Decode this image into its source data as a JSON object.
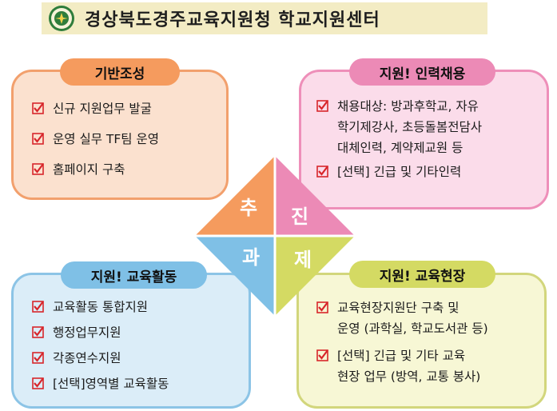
{
  "header": {
    "title": "경상북도경주교육지원청 학교지원센터"
  },
  "center": {
    "chars": [
      "추",
      "진",
      "과",
      "제"
    ]
  },
  "quadrants": {
    "top_left": {
      "title": "기반조성",
      "items": [
        {
          "lines": [
            "신규 지원업무 발굴"
          ]
        },
        {
          "lines": [
            "운영 실무 TF팀 운영"
          ]
        },
        {
          "lines": [
            "홈페이지 구축"
          ]
        }
      ]
    },
    "top_right": {
      "title": "지원! 인력채용",
      "items": [
        {
          "lines": [
            "채용대상: 방과후학교, 자유",
            "학기제강사, 초등돌봄전담사",
            "대체인력, 계약제교원 등"
          ]
        },
        {
          "lines": [
            "[선택] 긴급 및 기타인력"
          ]
        }
      ]
    },
    "bottom_left": {
      "title": "지원! 교육활동",
      "items": [
        {
          "lines": [
            "교육활동 통합지원"
          ]
        },
        {
          "lines": [
            "행정업무지원"
          ]
        },
        {
          "lines": [
            "각종연수지원"
          ]
        },
        {
          "lines": [
            "[선택]영역별 교육활동"
          ]
        }
      ]
    },
    "bottom_right": {
      "title": "지원! 교육현장",
      "items": [
        {
          "lines": [
            "교육현장지원단 구축 및",
            "운영 (과학실, 학교도서관 등)"
          ]
        },
        {
          "lines": [
            "[선택] 긴급 및 기타 교육",
            "현장 업무 (방역, 교통 봉사)"
          ]
        }
      ]
    }
  },
  "colors": {
    "orange": "#f59b5e",
    "pink": "#ec8ab6",
    "blue": "#7fc0e6",
    "yellow_green": "#d4da63",
    "check_red": "#d8262b"
  }
}
